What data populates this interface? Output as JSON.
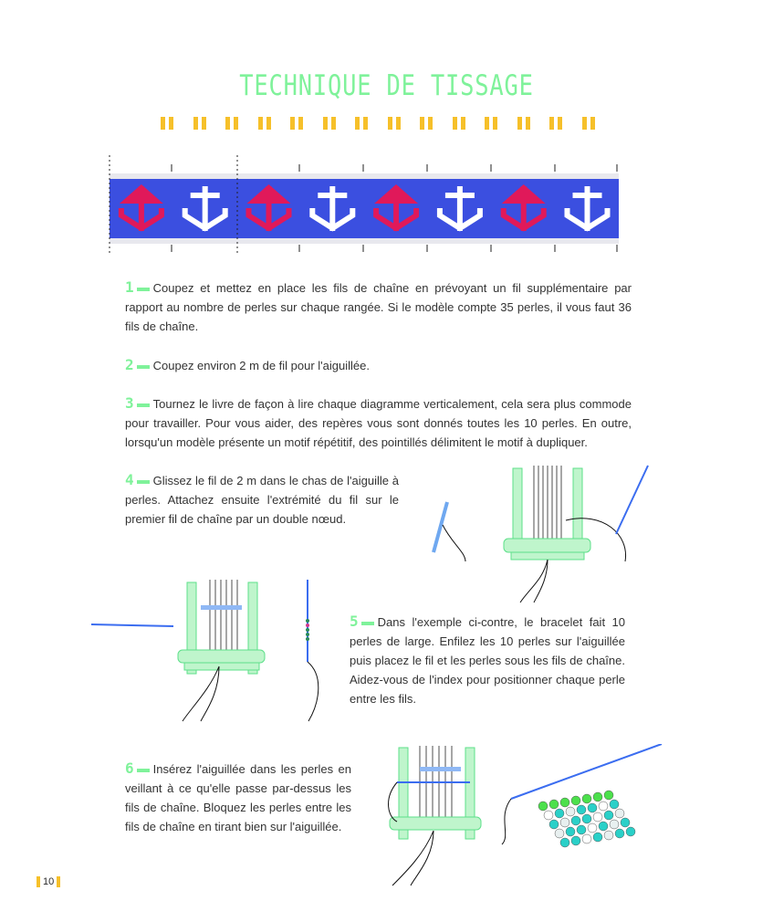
{
  "title": "TECHNIQUE DE TISSAGE",
  "page_number": "10",
  "colors": {
    "accent_green": "#7ff29a",
    "accent_yellow": "#f6c02a",
    "bracelet_blue": "#3b4fe0",
    "anchor_red": "#e0195a",
    "anchor_white": "#ffffff"
  },
  "steps": [
    {
      "num": "1",
      "text": "Coupez et mettez en place les fils de chaîne en prévoyant un fil supplémentaire par rapport au nombre de perles sur chaque rangée. Si le modèle compte 35 perles, il vous faut 36 fils de chaîne."
    },
    {
      "num": "2",
      "text": "Coupez environ 2 m de fil pour l'aiguillée."
    },
    {
      "num": "3",
      "text": "Tournez le livre de façon à lire chaque diagramme verticalement, cela sera plus commode pour travailler. Pour vous aider, des repères vous sont donnés toutes les 10 perles. En outre, lorsqu'un modèle présente un motif répétitif, des pointillés délimitent le motif à dupliquer."
    },
    {
      "num": "4",
      "text": "Glissez le fil de 2 m dans le chas de l'aiguille à perles. Attachez ensuite l'extrémité du fil sur le premier fil de chaîne par un double nœud."
    },
    {
      "num": "5",
      "text": "Dans l'exemple ci-contre, le bracelet fait 10 perles de large. Enfilez les 10 perles sur l'aiguillée puis placez le fil et les perles sous les fils de chaîne. Aidez-vous de l'index pour positionner chaque perle entre les fils."
    },
    {
      "num": "6",
      "text": "Insérez l'aiguillée dans les perles en veillant à ce qu'elle passe par-dessus les fils de chaîne. Bloquez les perles entre les fils de chaîne en tirant bien sur l'aiguillée."
    }
  ]
}
